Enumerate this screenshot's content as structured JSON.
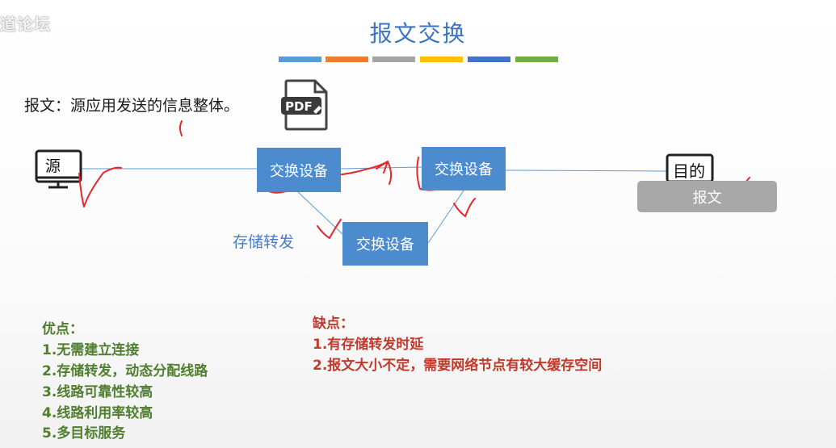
{
  "watermark": "道论坛",
  "title": "报文交换",
  "title_bars": [
    "#5b9bd5",
    "#ed7d31",
    "#a5a5a5",
    "#ffc000",
    "#4472c4",
    "#70ad47"
  ],
  "definition": "报文：源应用发送的信息整体。",
  "pdf_icon": {
    "name": "pdf-file-icon",
    "label": "PDF"
  },
  "diagram": {
    "source_label": "源",
    "destination_label": "目的",
    "device_label": "交换设备",
    "message_label": "报文",
    "store_forward_label": "存储转发",
    "device_color": "#4d8bcf",
    "link_color": "#5b9bd5"
  },
  "advantages": {
    "title": "优点：",
    "items": [
      "1.无需建立连接",
      "2.存储转发，动态分配线路",
      "3.线路可靠性较高",
      "4.线路利用率较高",
      "5.多目标服务"
    ],
    "color": "#4f7f2e"
  },
  "disadvantages": {
    "title": "缺点：",
    "items": [
      "1.有存储转发时延",
      "2.报文大小不定，需要网络节点有较大缓存空间"
    ],
    "color": "#c0392b"
  },
  "annotation_color": "#e8262b"
}
